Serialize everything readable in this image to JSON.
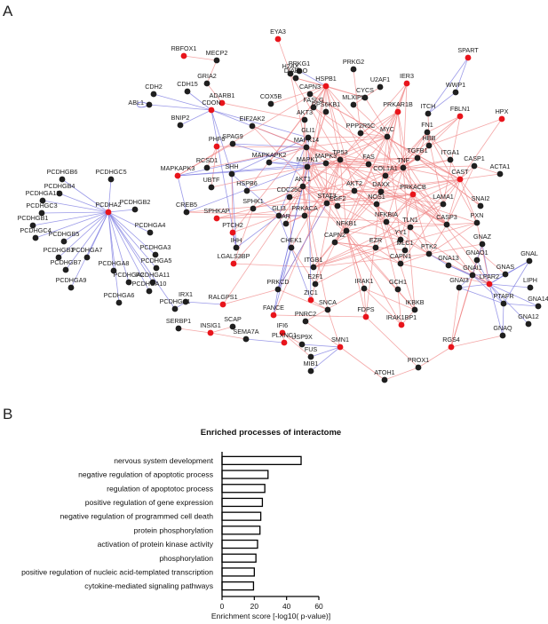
{
  "panels": {
    "a": "A",
    "b": "B"
  },
  "colors": {
    "node_black": "#1f1f1f",
    "node_red": "#e8141b",
    "edge_red": "#f08a8a",
    "edge_blue": "#7a78e0",
    "bar_fill": "#ffffff",
    "bar_stroke": "#000000"
  },
  "network": {
    "nodes": [
      {
        "id": "EYA3",
        "color": "red"
      },
      {
        "id": "RBFOX1",
        "color": "red"
      },
      {
        "id": "MECP2",
        "color": "black"
      },
      {
        "id": "H2AX",
        "color": "black"
      },
      {
        "id": "SPART",
        "color": "red"
      },
      {
        "id": "PRKG1",
        "color": "black"
      },
      {
        "id": "PRKG2",
        "color": "black"
      },
      {
        "id": "IER3",
        "color": "red"
      },
      {
        "id": "DIABLO",
        "color": "black"
      },
      {
        "id": "CDH2",
        "color": "black"
      },
      {
        "id": "CDH15",
        "color": "black"
      },
      {
        "id": "GRIA2",
        "color": "black"
      },
      {
        "id": "CAPN3",
        "color": "black"
      },
      {
        "id": "HSPB1",
        "color": "red"
      },
      {
        "id": "U2AF1",
        "color": "black"
      },
      {
        "id": "WWP1",
        "color": "black"
      },
      {
        "id": "ADARB1",
        "color": "red"
      },
      {
        "id": "COX5B",
        "color": "black"
      },
      {
        "id": "CYCS",
        "color": "black"
      },
      {
        "id": "ABL1",
        "color": "black"
      },
      {
        "id": "CDON",
        "color": "red"
      },
      {
        "id": "FASLG",
        "color": "black"
      },
      {
        "id": "MLXIPL",
        "color": "black"
      },
      {
        "id": "PRKAR1B",
        "color": "red"
      },
      {
        "id": "ITCH",
        "color": "black"
      },
      {
        "id": "FBLN1",
        "color": "red"
      },
      {
        "id": "HPX",
        "color": "red"
      },
      {
        "id": "BNIP2",
        "color": "black"
      },
      {
        "id": "AKT3",
        "color": "black"
      },
      {
        "id": "RPS6KB1",
        "color": "black"
      },
      {
        "id": "EIF2AK2",
        "color": "black"
      },
      {
        "id": "PPP2R5C",
        "color": "black"
      },
      {
        "id": "FN1",
        "color": "black"
      },
      {
        "id": "SPAG9",
        "color": "black"
      },
      {
        "id": "GLI1",
        "color": "black"
      },
      {
        "id": "MYC",
        "color": "black"
      },
      {
        "id": "MAPK14",
        "color": "black"
      },
      {
        "id": "HBB",
        "color": "black"
      },
      {
        "id": "PHF6",
        "color": "red"
      },
      {
        "id": "TP53",
        "color": "black"
      },
      {
        "id": "TGFB1",
        "color": "black"
      },
      {
        "id": "ITGA1",
        "color": "black"
      },
      {
        "id": "CASP1",
        "color": "black"
      },
      {
        "id": "MAPKAPK2",
        "color": "black"
      },
      {
        "id": "RCSD1",
        "color": "black"
      },
      {
        "id": "MAPK1",
        "color": "black"
      },
      {
        "id": "FAS",
        "color": "black"
      },
      {
        "id": "MAPK3",
        "color": "black"
      },
      {
        "id": "TNF",
        "color": "black"
      },
      {
        "id": "MAPKAPK3",
        "color": "red"
      },
      {
        "id": "SHH",
        "color": "black"
      },
      {
        "id": "PCDHGB6",
        "color": "black"
      },
      {
        "id": "PCDHGC5",
        "color": "black"
      },
      {
        "id": "UBTF",
        "color": "black"
      },
      {
        "id": "COL1A1",
        "color": "black"
      },
      {
        "id": "CAST",
        "color": "red"
      },
      {
        "id": "ACTA1",
        "color": "black"
      },
      {
        "id": "PCDHGB4",
        "color": "black"
      },
      {
        "id": "HSPB6",
        "color": "black"
      },
      {
        "id": "AKT1",
        "color": "black"
      },
      {
        "id": "AKT2",
        "color": "black"
      },
      {
        "id": "DAXX",
        "color": "black"
      },
      {
        "id": "PRKACB",
        "color": "red"
      },
      {
        "id": "CDC25C",
        "color": "black"
      },
      {
        "id": "PCDHGA12",
        "color": "black"
      },
      {
        "id": "SPHK1",
        "color": "black"
      },
      {
        "id": "STAT3",
        "color": "black"
      },
      {
        "id": "NOS1",
        "color": "black"
      },
      {
        "id": "LAMA1",
        "color": "black"
      },
      {
        "id": "PCDHA2",
        "color": "red"
      },
      {
        "id": "PCDHGB2",
        "color": "black"
      },
      {
        "id": "CREB5",
        "color": "black"
      },
      {
        "id": "EGF2",
        "color": "black"
      },
      {
        "id": "SNAI2",
        "color": "black"
      },
      {
        "id": "PCDHGC3",
        "color": "black"
      },
      {
        "id": "SPHKAP",
        "color": "red"
      },
      {
        "id": "GLI3",
        "color": "black"
      },
      {
        "id": "PRKACA",
        "color": "black"
      },
      {
        "id": "PCDHGB1",
        "color": "black"
      },
      {
        "id": "AR",
        "color": "black"
      },
      {
        "id": "NFKBIA",
        "color": "black"
      },
      {
        "id": "TLN1",
        "color": "black"
      },
      {
        "id": "CASP3",
        "color": "black"
      },
      {
        "id": "PXN",
        "color": "black"
      },
      {
        "id": "PCDHGA4",
        "color": "black"
      },
      {
        "id": "PCDHGC4",
        "color": "black"
      },
      {
        "id": "PCDHGB5",
        "color": "black"
      },
      {
        "id": "PTCH2",
        "color": "red"
      },
      {
        "id": "NFKB1",
        "color": "black"
      },
      {
        "id": "CAPN2",
        "color": "black"
      },
      {
        "id": "YY1",
        "color": "black"
      },
      {
        "id": "EZR",
        "color": "black"
      },
      {
        "id": "MLC1",
        "color": "black"
      },
      {
        "id": "GNAZ",
        "color": "black"
      },
      {
        "id": "PCDHGA3",
        "color": "black"
      },
      {
        "id": "IHH",
        "color": "black"
      },
      {
        "id": "CHEK1",
        "color": "black"
      },
      {
        "id": "PTK2",
        "color": "black"
      },
      {
        "id": "GNAO1",
        "color": "black"
      },
      {
        "id": "PCDHGB3",
        "color": "black"
      },
      {
        "id": "PCDHGA7",
        "color": "black"
      },
      {
        "id": "PCDHGA5",
        "color": "black"
      },
      {
        "id": "CAPN1",
        "color": "black"
      },
      {
        "id": "GNA13",
        "color": "black"
      },
      {
        "id": "GNAL",
        "color": "black"
      },
      {
        "id": "PCDHGB7",
        "color": "black"
      },
      {
        "id": "PCDHGA8",
        "color": "black"
      },
      {
        "id": "LGALS3BP",
        "color": "red"
      },
      {
        "id": "ITGB1",
        "color": "black"
      },
      {
        "id": "GNAI1",
        "color": "black"
      },
      {
        "id": "GNAS",
        "color": "black"
      },
      {
        "id": "PCDHGA11",
        "color": "black"
      },
      {
        "id": "PCDHGA2",
        "color": "black"
      },
      {
        "id": "E2F1",
        "color": "black"
      },
      {
        "id": "LPAR2",
        "color": "red"
      },
      {
        "id": "PCDHGA9",
        "color": "black"
      },
      {
        "id": "PRKCD",
        "color": "black"
      },
      {
        "id": "IRAK1",
        "color": "black"
      },
      {
        "id": "GCH1",
        "color": "black"
      },
      {
        "id": "PCDHGA10",
        "color": "black"
      },
      {
        "id": "ZIC1",
        "color": "red"
      },
      {
        "id": "GNAI3",
        "color": "black"
      },
      {
        "id": "LIPH",
        "color": "black"
      },
      {
        "id": "IRX1",
        "color": "black"
      },
      {
        "id": "RALGPS1",
        "color": "red"
      },
      {
        "id": "SNCA",
        "color": "black"
      },
      {
        "id": "PCDHGA6",
        "color": "black"
      },
      {
        "id": "IKBKB",
        "color": "black"
      },
      {
        "id": "FDPS",
        "color": "red"
      },
      {
        "id": "PTAFR",
        "color": "black"
      },
      {
        "id": "PCDHGA1",
        "color": "black"
      },
      {
        "id": "FANCE",
        "color": "red"
      },
      {
        "id": "PNRC2",
        "color": "black"
      },
      {
        "id": "GNA14",
        "color": "black"
      },
      {
        "id": "IRAK1BP1",
        "color": "red"
      },
      {
        "id": "SERBP1",
        "color": "black"
      },
      {
        "id": "INSIG1",
        "color": "red"
      },
      {
        "id": "SCAP",
        "color": "black"
      },
      {
        "id": "IFI6",
        "color": "red"
      },
      {
        "id": "GNA12",
        "color": "black"
      },
      {
        "id": "SEMA7A",
        "color": "black"
      },
      {
        "id": "PLXNC1",
        "color": "red"
      },
      {
        "id": "GNAQ",
        "color": "black"
      },
      {
        "id": "USP9X",
        "color": "black"
      },
      {
        "id": "SMN1",
        "color": "red"
      },
      {
        "id": "RGS4",
        "color": "red"
      },
      {
        "id": "FUS",
        "color": "black"
      },
      {
        "id": "MIB1",
        "color": "black"
      },
      {
        "id": "PROX1",
        "color": "black"
      },
      {
        "id": "ATOH1",
        "color": "black"
      }
    ]
  },
  "chart_data": {
    "type": "bar",
    "orientation": "horizontal",
    "title": "Enriched processes of interactome",
    "categories": [
      "nervous system development",
      "negative regulation of apoptotic process",
      "regulation of apoptotoc process",
      "positive regulation of gene expression",
      "negative regulation of programmed cell death",
      "protein phosphorylation",
      "activation of protein kinase activity",
      "phosphorylation",
      "positive regulation of nucleic acid-templated transcription",
      "cytokine-mediated signaling pathways"
    ],
    "values": [
      49,
      28.5,
      26.5,
      25,
      24,
      23.5,
      22,
      21,
      20,
      19.5
    ],
    "xlabel": "Enrichment score [-log10( p-value)]",
    "ylabel": "",
    "xlim": [
      0,
      60
    ],
    "xticks": [
      "0",
      "20",
      "40",
      "60"
    ],
    "grid": false,
    "legend": "none"
  }
}
